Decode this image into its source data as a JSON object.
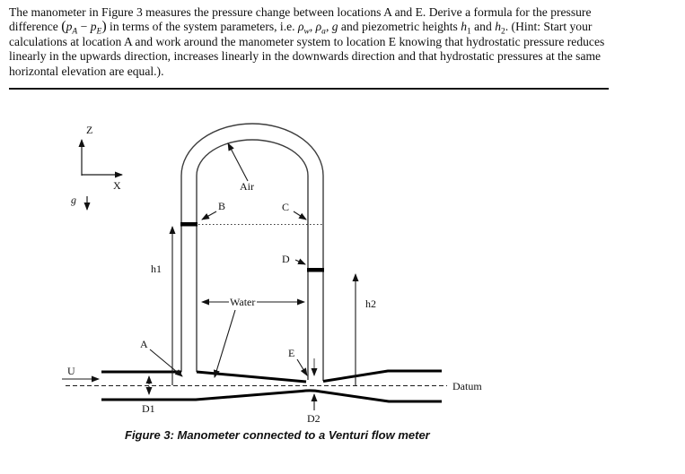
{
  "problem": {
    "p1": "The manometer in Figure 3 measures the pressure change between locations A and E. Derive a formula for the pressure difference ",
    "paren_open": "(",
    "p_sym_a": "p",
    "sub_A": "A",
    "minus": " − ",
    "p_sym_e": "p",
    "sub_E": "E",
    "paren_close": ")",
    "p2": " in terms of the system parameters, i.e. ",
    "rho_w": "ρ",
    "sub_w": "w",
    "comma1": ", ",
    "rho_a": "ρ",
    "sub_a": "a",
    "comma2": ", ",
    "g_sym": "g",
    "p3": " and piezometric heights ",
    "h_sym_1": "h",
    "sub_1": "1",
    "and_word": " and ",
    "h_sym_2": "h",
    "sub_2": "2",
    "p4": ". (Hint: Start your calculations at location A and work around the manometer system to location E knowing that hydrostatic pressure reduces linearly in the upwards direction, increases linearly in the downwards direction and that hydrostatic pressures at the same horizontal elevation are equal.)."
  },
  "figure": {
    "caption": "Figure 3: Manometer connected to a Venturi flow meter",
    "labels": {
      "z_axis": "Z",
      "x_axis": "X",
      "gravity": "g",
      "air": "Air",
      "point_b": "B",
      "point_c": "C",
      "point_d": "D",
      "point_a": "A",
      "point_e": "E",
      "h1": "h1",
      "h2": "h2",
      "velocity": "U",
      "d1": "D1",
      "d2": "D2",
      "water": "Water",
      "datum": "Datum"
    }
  }
}
